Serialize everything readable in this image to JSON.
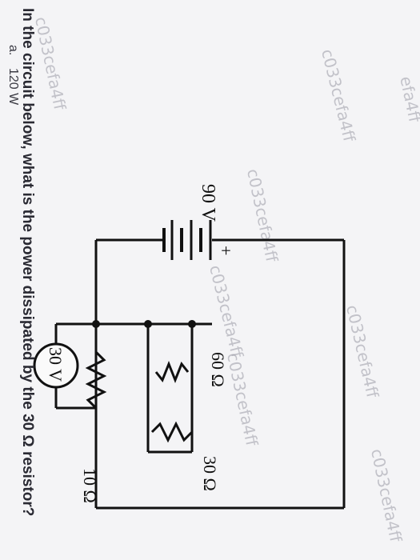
{
  "question": {
    "text": "In the circuit below, what is the power dissipated by the 30 Ω resistor?"
  },
  "circuit": {
    "battery_label": "90 V",
    "battery_plus": "+",
    "resistor_60_label": "60 Ω",
    "resistor_30_label": "30 Ω",
    "resistor_10_label": "10 Ω",
    "voltmeter_label": "30 V"
  },
  "answer": {
    "letter": "a.",
    "text": "120 W"
  },
  "watermarks": [
    "c033cefa4ff",
    "c033cefa4ff",
    "c033cefa4ff",
    "c033cefa4ff",
    "c033cefa4ff",
    "c033cefa4ff",
    "c033cefa4ff",
    "efa4ff"
  ],
  "colors": {
    "background": "#f4f4f6",
    "wire": "#111111",
    "text": "#2a2a33"
  }
}
